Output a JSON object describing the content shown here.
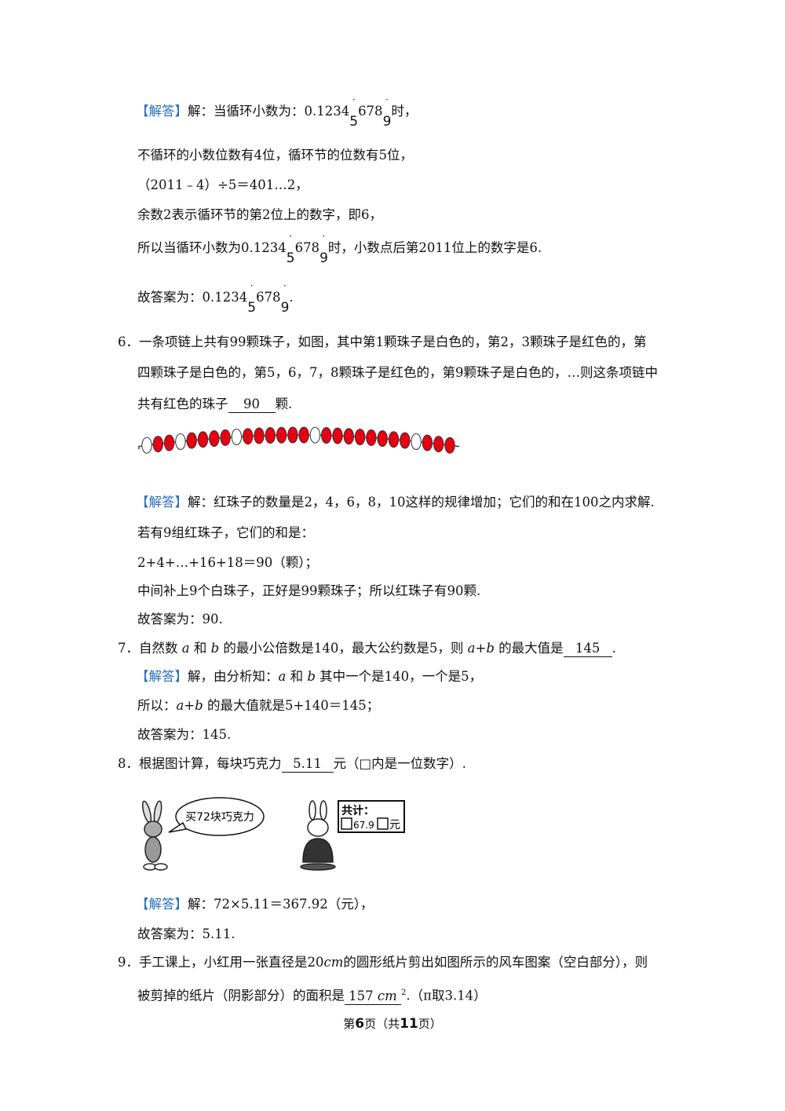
{
  "tag": "【解答】",
  "q5": {
    "l1_a": "解：当循环小数为：0.1234",
    "l1_b": "678",
    "l1_c": "时，",
    "d1": "5",
    "d2": "9",
    "l2": "不循环的小数位数有4位，循环节的位数有5位，",
    "l3": "（2011﹣4）÷5＝401…2，",
    "l4": "余数2表示循环节的第2位上的数字，即6，",
    "l5_a": "所以当循环小数为0.1234",
    "l5_b": "678",
    "l5_c": "时，小数点后第2011位上的数字是6.",
    "l6_a": "故答案为：0.1234",
    "l6_b": "678",
    "l6_c": "."
  },
  "q6": {
    "num": "6．",
    "l1": "一条项链上共有99颗珠子，如图，其中第1颗珠子是白色的，第2，3颗珠子是红色的，第",
    "l2": "四颗珠子是白色的，第5，6，7，8颗珠子是红色的，第9颗珠子是白色的，…则这条项链中",
    "l3_a": "共有红色的珠子",
    "answer": "90",
    "l3_b": "颗.",
    "s1": "解：红珠子的数量是2，4，6，8，10这样的规律增加；它们的和在100之内求解.",
    "s2": "若有9组红珠子，它们的和是：",
    "s3": "2+4+…+16+18＝90（颗）；",
    "s4": "中间补上9个白珠子，正好是99颗珠子；所以红珠子有90颗.",
    "s5": "故答案为：90.",
    "bead_colors": {
      "red": "#e60012",
      "white": "#ffffff"
    }
  },
  "q7": {
    "num": "7．",
    "l1_a": "自然数",
    "a": "a",
    "and": "和",
    "b": "b",
    "l1_b": "的最小公倍数是140，最大公约数是5，则",
    "l1_c": "的最大值是",
    "answer": "145",
    "end": ".",
    "s1_a": "解，由分析知：",
    "s1_b": "其中一个是140，一个是5，",
    "s2_a": "所以：",
    "s2_b": "的最大值就是5+140＝145；",
    "s3": "故答案为：145."
  },
  "q8": {
    "num": "8．",
    "l1_a": "根据图计算，每块巧克力",
    "answer": "5.11",
    "l1_b": "元（□内是一位数字）.",
    "bubble": "买72块巧克力",
    "sign_title": "共计：",
    "sign_value": "67.9",
    "sign_unit": "元",
    "s1": "解：72×5.11＝367.92（元），",
    "s2": "故答案为：5.11."
  },
  "q9": {
    "num": "9．",
    "l1_a": "手工课上，小红用一张直径是",
    "l1_val": "20",
    "unit": "cm",
    "l1_b": "的圆形纸片剪出如图所示的风车图案（空白部分），则",
    "l2_a": "被剪掉的纸片（阴影部分）的面积是",
    "answer": "157",
    "sq": "2",
    "l2_b": ".（π取3.14）"
  },
  "footer": {
    "pre": "第",
    "page": "6",
    "mid": "页（共",
    "total": "11",
    "post": "页）"
  }
}
